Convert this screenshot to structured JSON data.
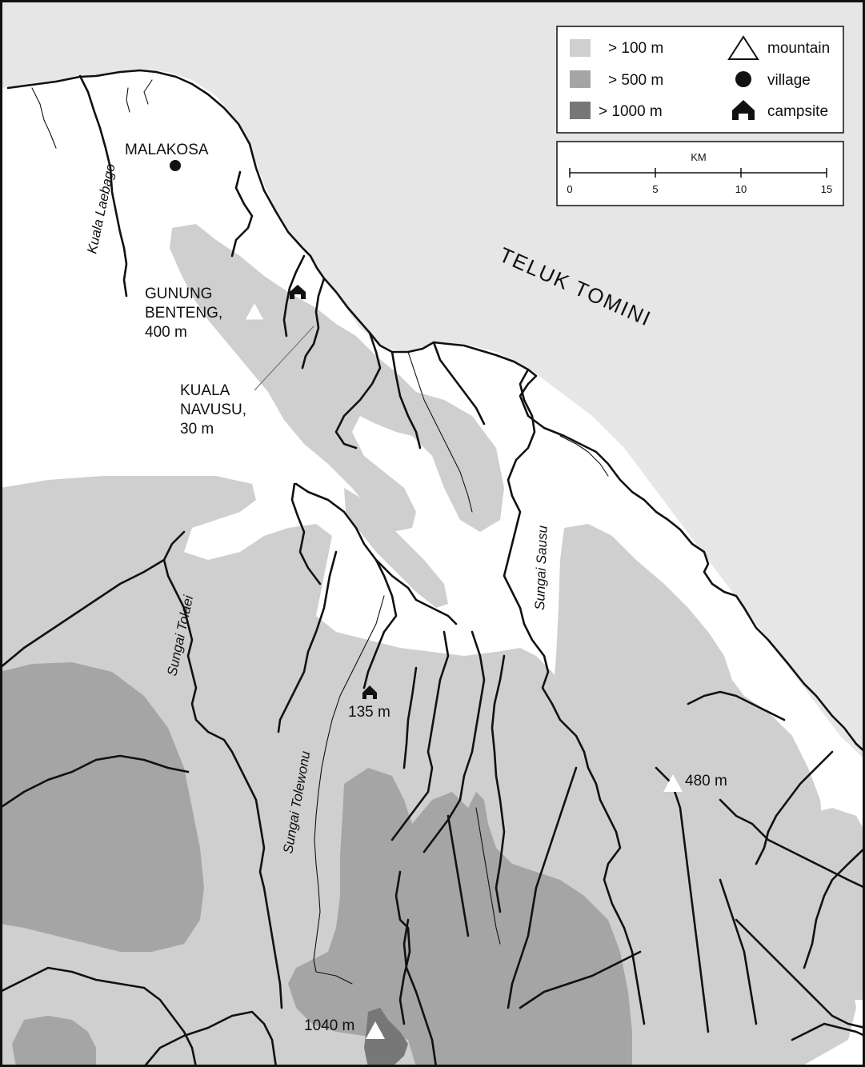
{
  "sea_name": "TELUK TOMINI",
  "legend": {
    "elevation": [
      {
        "label": "> 100 m",
        "color": "#cfcfcf"
      },
      {
        "label": "> 500 m",
        "color": "#a5a5a5"
      },
      {
        "label": "> 1000 m",
        "color": "#777777"
      }
    ],
    "symbols": [
      {
        "label": "mountain",
        "icon": "mountain-triangle-icon"
      },
      {
        "label": "village",
        "icon": "village-dot-icon"
      },
      {
        "label": "campsite",
        "icon": "campsite-house-icon"
      }
    ]
  },
  "scale_bar": {
    "unit": "KM",
    "ticks": [
      "0",
      "5",
      "10",
      "15"
    ]
  },
  "places": {
    "malakosa": "MALAKOSA",
    "gunung_benteng_1": "GUNUNG",
    "gunung_benteng_2": "BENTENG,",
    "gunung_benteng_3": "400 m",
    "kuala_navusu_1": "KUALA",
    "kuala_navusu_2": "NAVUSU,",
    "kuala_navusu_3": "30 m",
    "camp_135": "135 m",
    "peak_480": "480 m",
    "peak_1040": "1040 m"
  },
  "rivers": {
    "kuala_laebago": "Kuala Laebago",
    "sungai_tolaei": "Sungai Tolaei",
    "sungai_tolewonu": "Sungai Tolewonu",
    "sungai_sausu": "Sungai Sausu"
  },
  "colors": {
    "sea": "#e6e6e6",
    "land": "#ffffff",
    "elev_100": "#cfcfcf",
    "elev_500": "#a5a5a5",
    "elev_1000": "#777777"
  }
}
